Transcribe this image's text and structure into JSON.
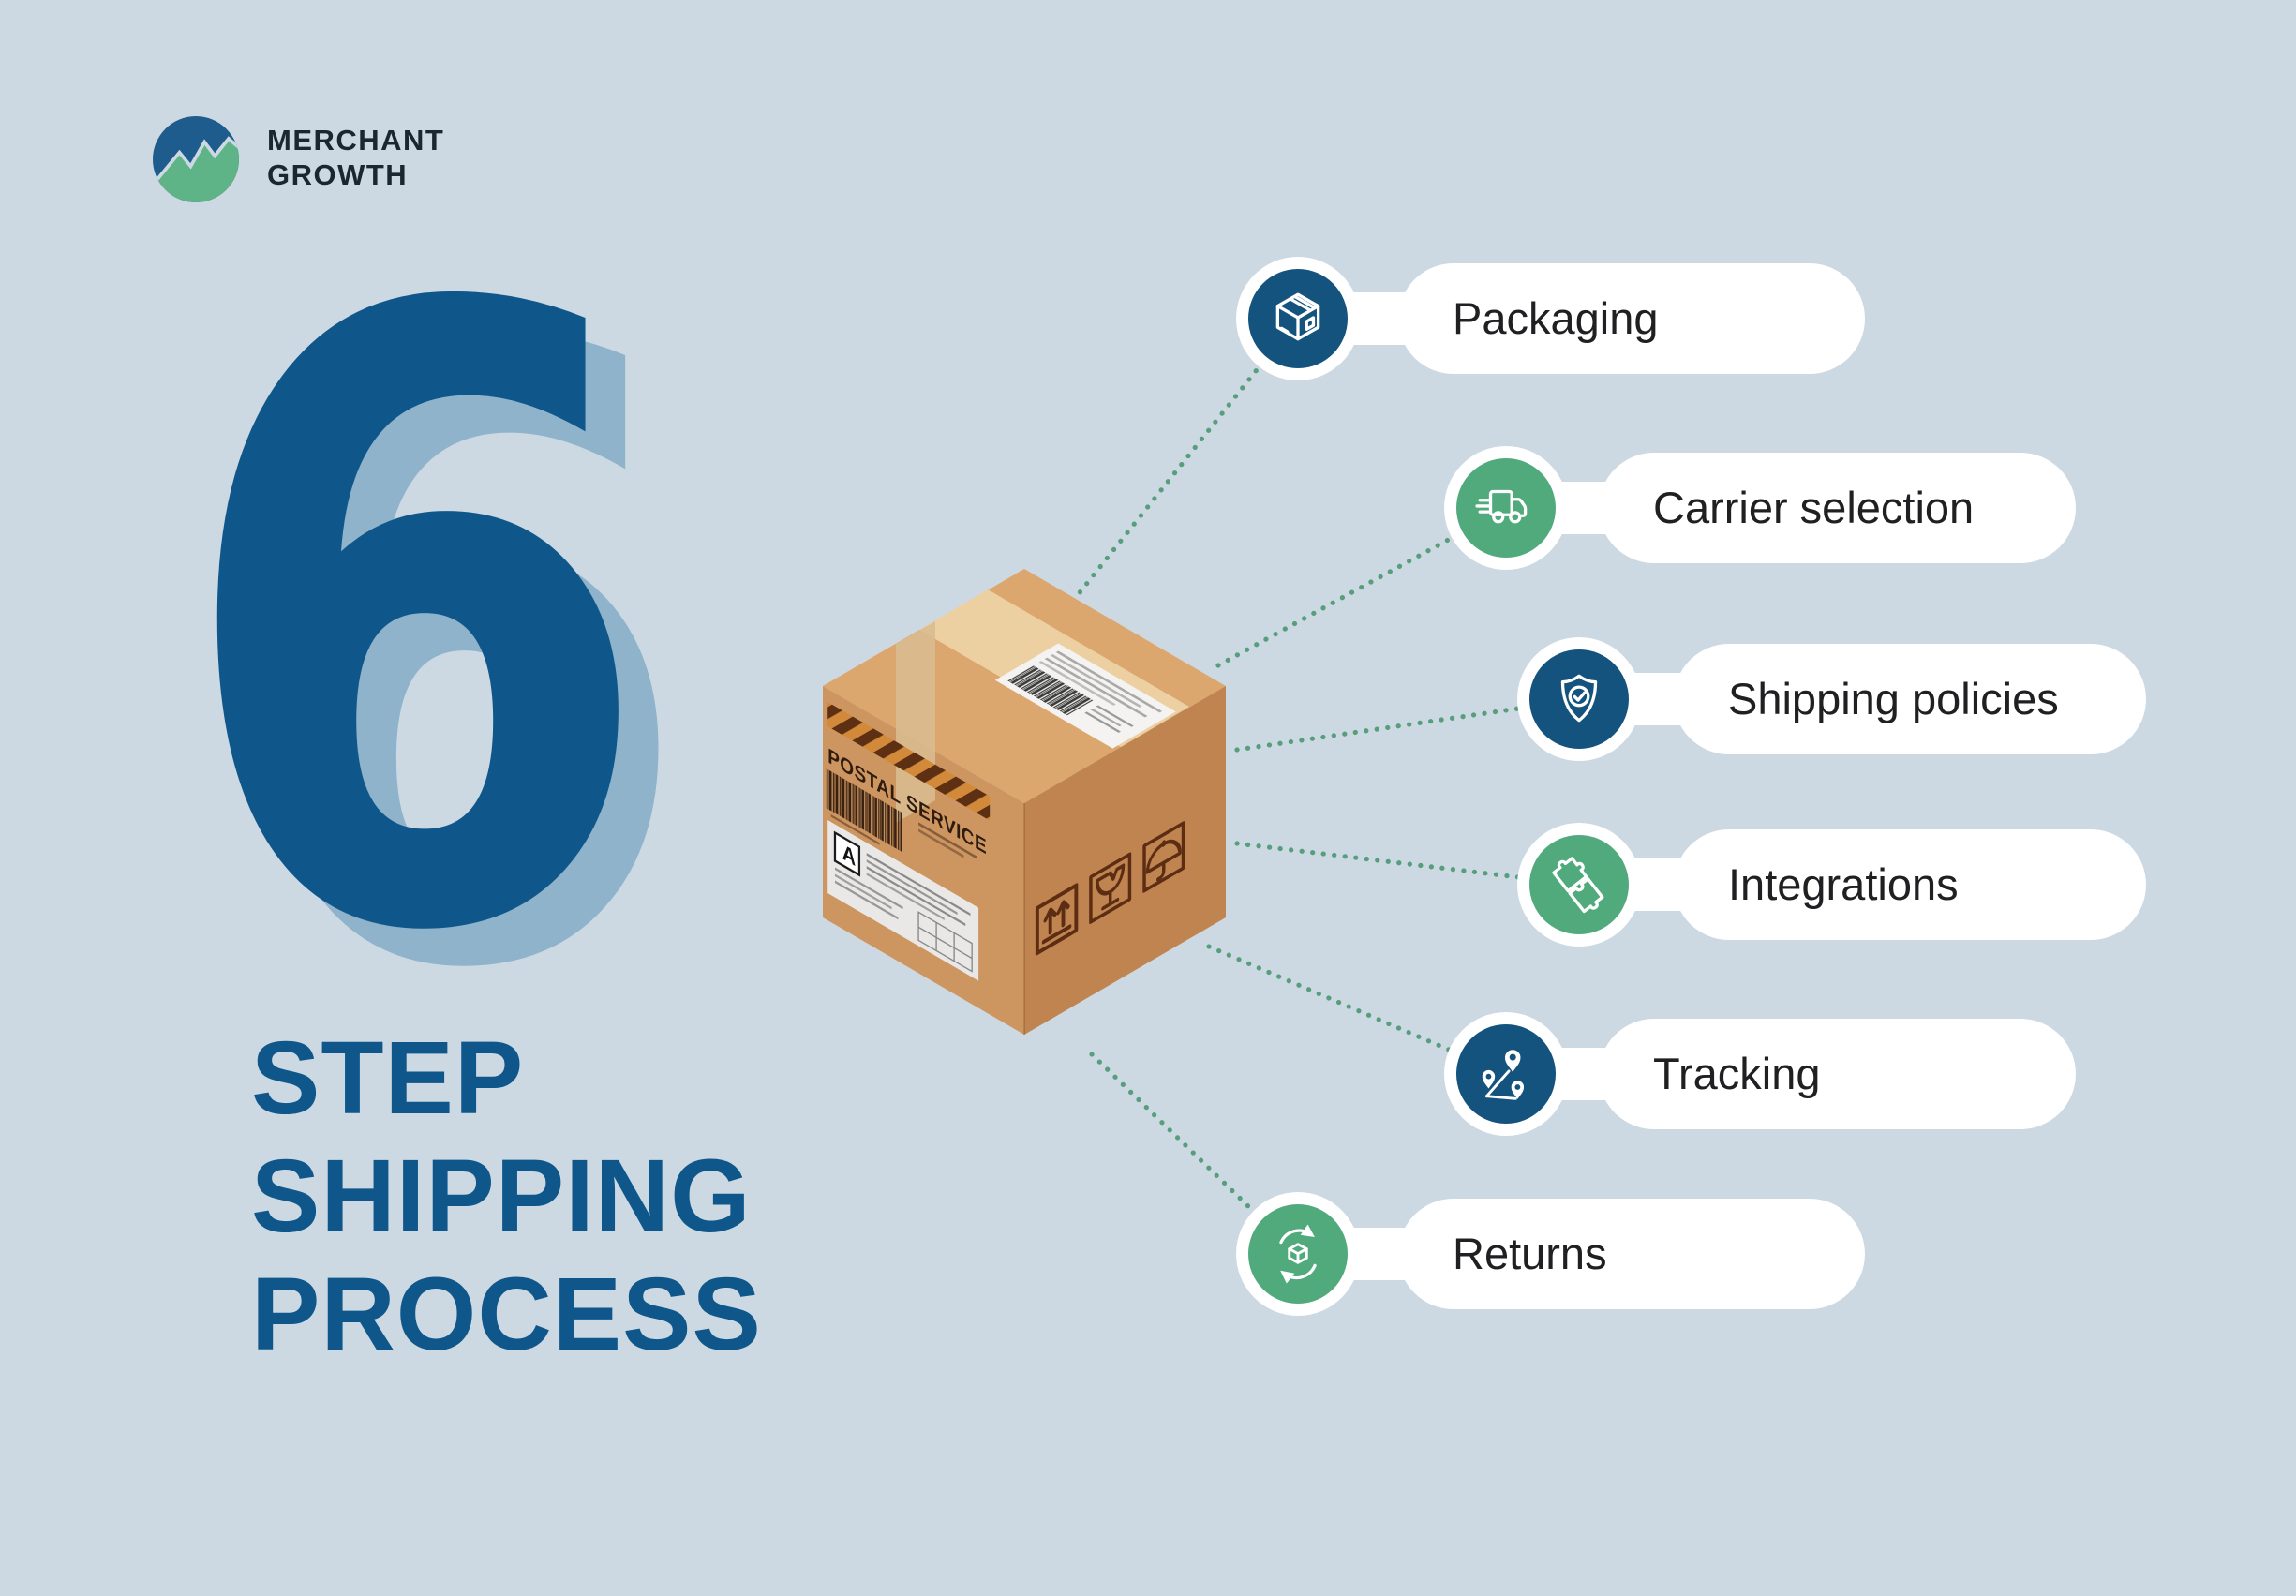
{
  "background_color": "#cdd9e2",
  "brand": {
    "line1": "MERCHANT",
    "line2": "GROWTH",
    "logo_blue": "#1e5c8d",
    "logo_green": "#5eb486"
  },
  "headline": {
    "number": "6",
    "number_color": "#0f578b",
    "number_shadow_color": "#8fb3cb",
    "lines": [
      "STEP",
      "SHIPPING",
      "PROCESS"
    ]
  },
  "parcel": {
    "side_text": "POSTAL SERVICE",
    "label_letter": "A",
    "face_top_color": "#dca76e",
    "face_left_color": "#cd9661",
    "face_right_color": "#bf8450",
    "tape_color": "#ecd2a4"
  },
  "connector_color": "#579e7d",
  "steps": [
    {
      "label": "Packaging",
      "icon": "package-icon",
      "circle_color": "#15537f"
    },
    {
      "label": "Carrier selection",
      "icon": "delivery-truck-icon",
      "circle_color": "#50aa7c"
    },
    {
      "label": "Shipping policies",
      "icon": "shield-check-icon",
      "circle_color": "#15537f"
    },
    {
      "label": "Integrations",
      "icon": "puzzle-icon",
      "circle_color": "#50aa7c"
    },
    {
      "label": "Tracking",
      "icon": "route-pins-icon",
      "circle_color": "#15537f"
    },
    {
      "label": "Returns",
      "icon": "return-box-icon",
      "circle_color": "#50aa7c"
    }
  ]
}
